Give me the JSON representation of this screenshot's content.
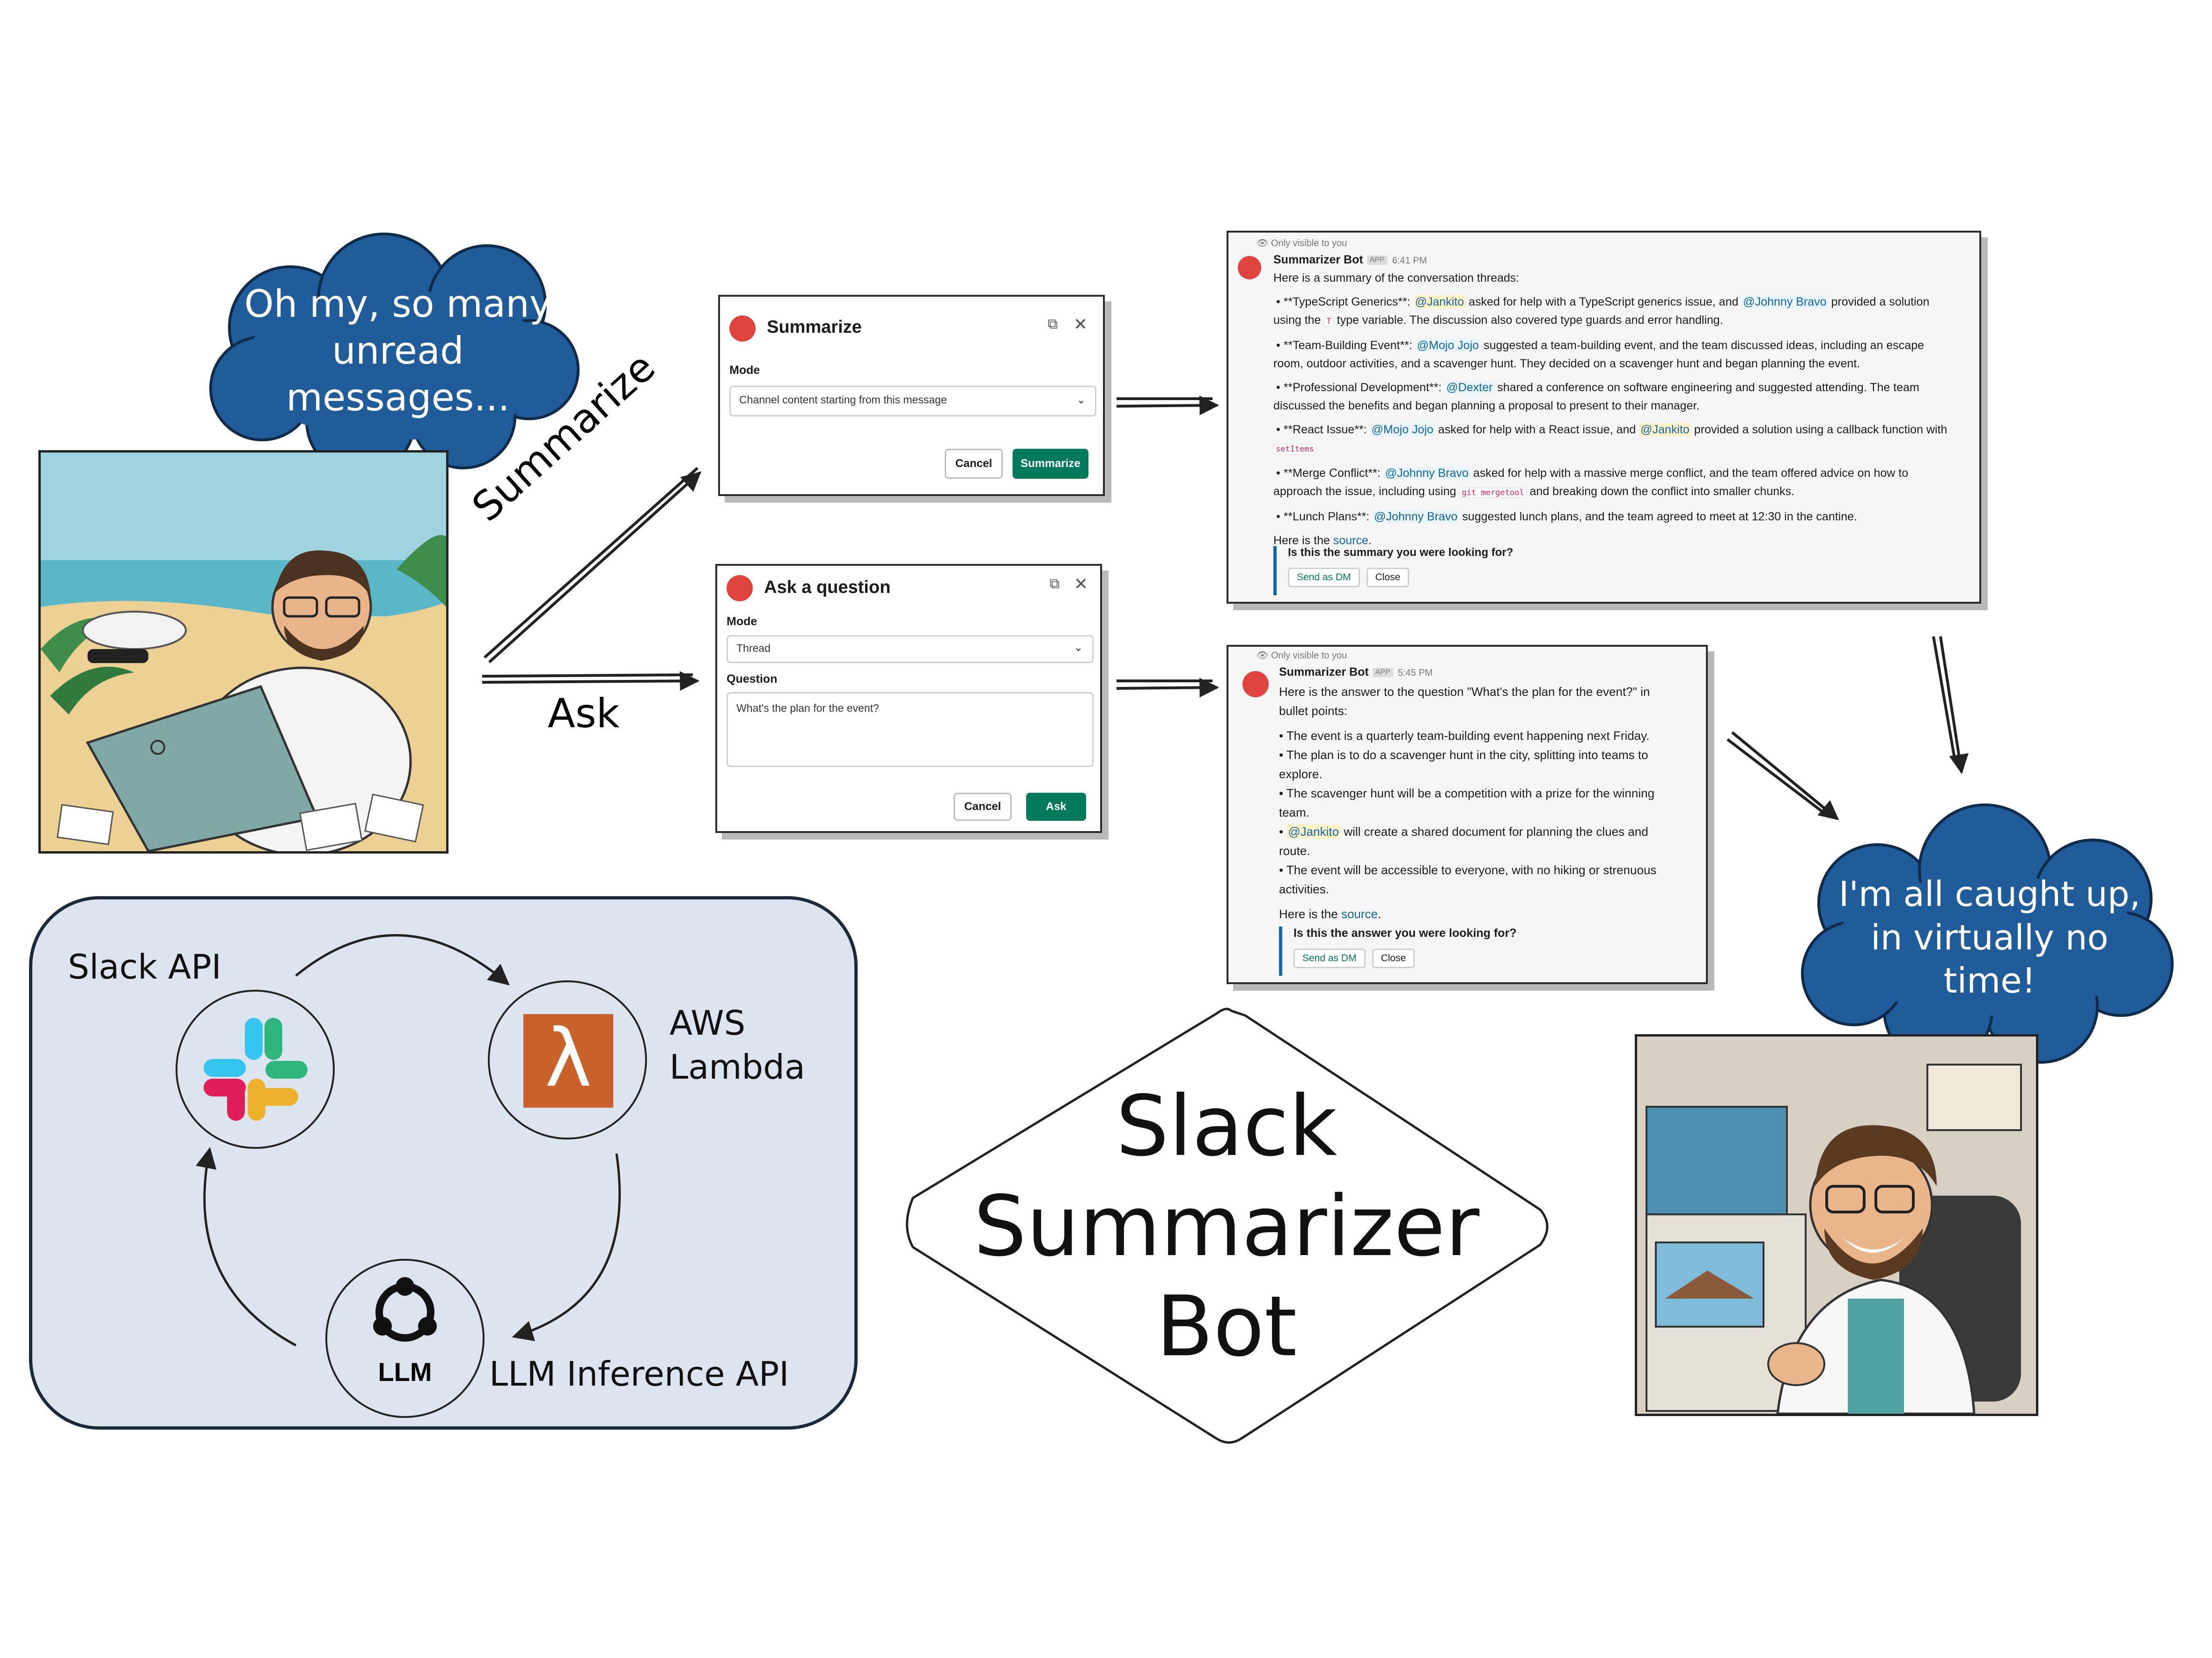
{
  "clouds": {
    "top_left": {
      "line1": "Oh my, so many",
      "line2": "unread",
      "line3": "messages..."
    },
    "bottom_right": {
      "line1": "I'm all caught up,",
      "line2": "in virtually no",
      "line3": "time!"
    }
  },
  "arrow_labels": {
    "summarize": "Summarize",
    "ask": "Ask"
  },
  "summarize_dialog": {
    "title": "Summarize",
    "mode_label": "Mode",
    "mode_value": "Channel content starting from this message",
    "cancel": "Cancel",
    "submit": "Summarize"
  },
  "ask_dialog": {
    "title": "Ask a question",
    "mode_label": "Mode",
    "mode_value": "Thread",
    "question_label": "Question",
    "question_value": "What's the plan for the event?",
    "cancel": "Cancel",
    "submit": "Ask"
  },
  "summary_message": {
    "visibility": "Only visible to you",
    "bot_name": "Summarizer Bot",
    "app_badge": "APP",
    "time": "6:41 PM",
    "intro": "Here is a summary of the conversation threads:",
    "b1_a": "• **TypeScript Generics**: ",
    "b1_m1": "@Jankito",
    "b1_b": " asked for help with a TypeScript generics issue, and ",
    "b1_m2": "@Johnny Bravo",
    "b1_c": " provided a solution",
    "b1_d": "using the ",
    "b1_code": "T",
    "b1_e": " type variable. The discussion also covered type guards and error handling.",
    "b2_a": "• **Team-Building Event**: ",
    "b2_m1": "@Mojo Jojo",
    "b2_b": " suggested a team-building event, and the team discussed ideas, including an escape",
    "b2_c": "room, outdoor activities, and a scavenger hunt. They decided on a scavenger hunt and began planning the event.",
    "b3_a": "• **Professional Development**: ",
    "b3_m1": "@Dexter",
    "b3_b": " shared a conference on software engineering and suggested attending. The team",
    "b3_c": "discussed the benefits and began planning a proposal to present to their manager.",
    "b4_a": "• **React Issue**: ",
    "b4_m1": "@Mojo Jojo",
    "b4_b": " asked for help with a React issue, and ",
    "b4_m2": "@Jankito",
    "b4_c": " provided a solution using a callback function with",
    "b4_code": "setItems",
    "b5_a": "• **Merge Conflict**: ",
    "b5_m1": "@Johnny Bravo",
    "b5_b": " asked for help with a massive merge conflict, and the team offered advice on how to",
    "b5_c": "approach the issue, including using ",
    "b5_code": "git mergetool",
    "b5_d": " and breaking down the conflict into smaller chunks.",
    "b6_a": "• **Lunch Plans**: ",
    "b6_m1": "@Johnny Bravo",
    "b6_b": " suggested lunch plans, and the team agreed to meet at 12:30 in the cantine.",
    "source_pre": "Here is the ",
    "source_link": "source",
    "source_post": ".",
    "question": "Is this the summary you were looking for?",
    "send_dm": "Send as DM",
    "close": "Close"
  },
  "answer_message": {
    "visibility": "Only visible to you",
    "bot_name": "Summarizer Bot",
    "app_badge": "APP",
    "time": "5:45 PM",
    "intro1": "Here is the answer to the question \"What's the plan for the event?\" in",
    "intro2": "bullet points:",
    "b1": "• The event is a quarterly team-building event happening next Friday.",
    "b2a": "• The plan is to do a scavenger hunt in the city, splitting into teams to",
    "b2b": "explore.",
    "b3a": "• The scavenger hunt will be a competition with a prize for the winning",
    "b3b": "team.",
    "b4_pre": "• ",
    "b4_m": "@Jankito",
    "b4a": " will create a shared document for planning the clues and",
    "b4b": "route.",
    "b5a": "• The event will be accessible to everyone, with no hiking or strenuous",
    "b5b": "activities.",
    "source_pre": "Here is the ",
    "source_link": "source",
    "source_post": ".",
    "question": "Is this the answer you were looking for?",
    "send_dm": "Send as DM",
    "close": "Close"
  },
  "architecture": {
    "slack_label": "Slack API",
    "aws_label_1": "AWS",
    "aws_label_2": "Lambda",
    "llm_label": "LLM Inference API",
    "llm_icon_text": "LLM",
    "lambda_glyph": "λ"
  },
  "title": {
    "line1": "Slack",
    "line2": "Summarizer",
    "line3": "Bot"
  },
  "colors": {
    "cloud_blue": "#1f5c99",
    "slack_green": "#007a5a",
    "lambda_orange": "#c8612a",
    "arch_bg": "#dbe4ef",
    "mention_blue": "#1264a3"
  },
  "icons": [
    "slack-logo-icon",
    "lambda-icon",
    "llm-icon",
    "close-icon",
    "expand-icon",
    "chevron-down-icon",
    "eye-icon"
  ]
}
